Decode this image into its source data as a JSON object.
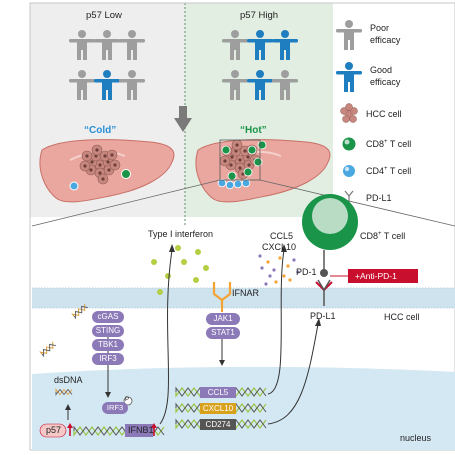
{
  "panel_top": {
    "left_title": "p57 Low",
    "right_title": "p57 High",
    "cold_label": "“Cold”",
    "hot_label": "“Hot”"
  },
  "legend": [
    {
      "id": "poor",
      "label_l1": "Poor",
      "label_l2": "efficacy",
      "color": "#9e9e9e"
    },
    {
      "id": "good",
      "label_l1": "Good",
      "label_l2": "efficacy",
      "color": "#1f7ec0"
    },
    {
      "id": "hcc",
      "label": "HCC cell"
    },
    {
      "id": "cd8",
      "label": "CD8",
      "sup": "+",
      "suffix": " T cell",
      "color": "#1a9448"
    },
    {
      "id": "cd4",
      "label": "CD4",
      "sup": "+",
      "suffix": " T cell",
      "color": "#4aa8e0"
    },
    {
      "id": "pdl1",
      "label": "PD-L1"
    }
  ],
  "people": {
    "low": [
      "poor",
      "poor",
      "poor",
      "poor",
      "good",
      "poor"
    ],
    "high": [
      "poor",
      "good",
      "good",
      "poor",
      "good",
      "poor"
    ]
  },
  "bottom": {
    "type1_ifn": "Type I interferon",
    "ccl5": "CCL5",
    "cxcl10": "CXCL10",
    "cd8_label": "CD8",
    "cd8_sup": "+",
    "cd8_suffix": " T cell",
    "pd1": "PD-1",
    "anti_pd1": "+Anti-PD-1",
    "pdl1": "PD-L1",
    "ifnar": "IFNAR",
    "hcc_cell": "HCC cell",
    "jak1": "JAK1",
    "stat1": "STAT1",
    "cgas": "cGAS",
    "sting": "STING",
    "tbk1": "TBK1",
    "irf3": "IRF3",
    "irf3_nuc": "IRF3",
    "p_mark": "P",
    "dsdna": "dsDNA",
    "p57": "p57",
    "ifnb1": "IFNB1",
    "genes": [
      "CCL5",
      "CXCL10",
      "CD274"
    ],
    "nucleus": "nucleus"
  },
  "colors": {
    "top_bg": "#eeeeee",
    "top_bg_right": "#e2eee2",
    "liver": "#e9a7a0",
    "liver_edge": "#c96f66",
    "membrane": "#cfe3ee",
    "nucleus": "#d4e8f3",
    "purple": "#8c79b8",
    "red": "#c8102e",
    "green_dot": "#b5cf45",
    "ccl_orange": "#f3a233"
  }
}
